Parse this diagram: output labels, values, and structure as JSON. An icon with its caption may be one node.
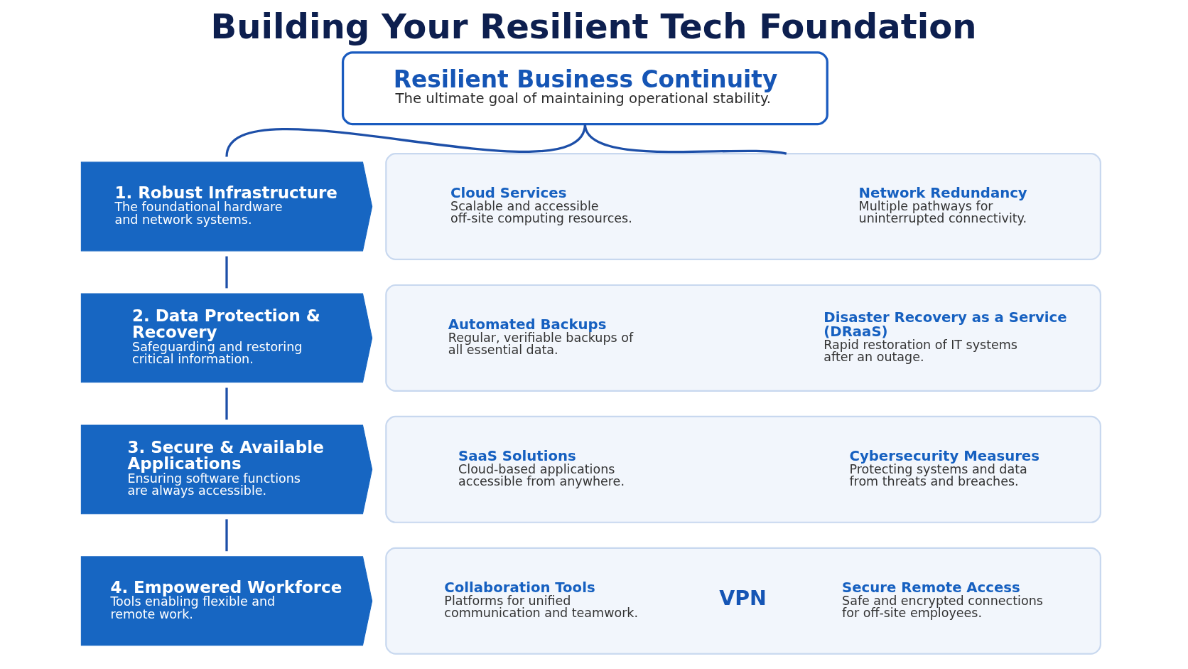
{
  "diagram": {
    "title": "Building Your Resilient Tech Foundation",
    "nodes": [
      {
        "text": [
          "Resilient Business Continuity",
          "The ultimate goal of maintaining operational stability."
        ]
      },
      {
        "text": [
          "1. Robust Infrastructure",
          "The foundational hardware and network systems."
        ]
      },
      {
        "text": [],
        "shape": "box"
      },
      {
        "text": [
          "Cloud Services",
          "Scalable and accessible off-site computing resources."
        ],
        "in": 2
      },
      {
        "text": [
          "Network Redundancy",
          "Multiple pathways for uninterrupted connectivity."
        ],
        "in": 2
      },
      {
        "text": [
          "2. Data Protection & Recovery",
          "Safeguarding and restoring critical information."
        ]
      },
      {
        "text": [],
        "shape": "box"
      },
      {
        "text": [
          "Automated Backups",
          "Regular, verifiable backups of all essential data."
        ],
        "in": 6
      },
      {
        "text": [
          "Disaster Recovery as a Service (DRaaS)",
          "Rapid restoration of IT systems after an outage."
        ],
        "in": 6
      },
      {
        "text": [
          "3. Secure & Available Applications",
          "Ensuring software functions are always accessible."
        ]
      },
      {
        "text": [],
        "shape": "box"
      },
      {
        "text": [
          "SaaS Solutions",
          "Cloud-based applications accessible from anywhere."
        ],
        "in": 10
      },
      {
        "text": [
          "Cybersecurity Measures",
          "Protecting systems and data from threats and breaches."
        ],
        "in": 10
      },
      {
        "text": [
          "4. Empowered Workforce",
          "Tools enabling flexible and remote work."
        ]
      },
      {
        "text": [],
        "shape": "box"
      },
      {
        "text": [
          "Collaboration Tools",
          "Platforms for unified communication and teamwork."
        ],
        "in": 14
      },
      {
        "text": [
          "Secure Remote Access",
          "Safe and encrypted connections for off-site employees."
        ],
        "in": 14
      }
    ],
    "edges": [
      {
        "from": 0,
        "to": 1,
        "arrow": "none"
      },
      {
        "from": 0,
        "to": 2,
        "arrow": "none"
      },
      {
        "from": 1,
        "to": 5,
        "arrow": "none"
      },
      {
        "from": 5,
        "to": 9,
        "arrow": "none"
      },
      {
        "from": 9,
        "to": 13,
        "arrow": "none"
      }
    ],
    "labels": [
      "VPN"
    ]
  }
}
